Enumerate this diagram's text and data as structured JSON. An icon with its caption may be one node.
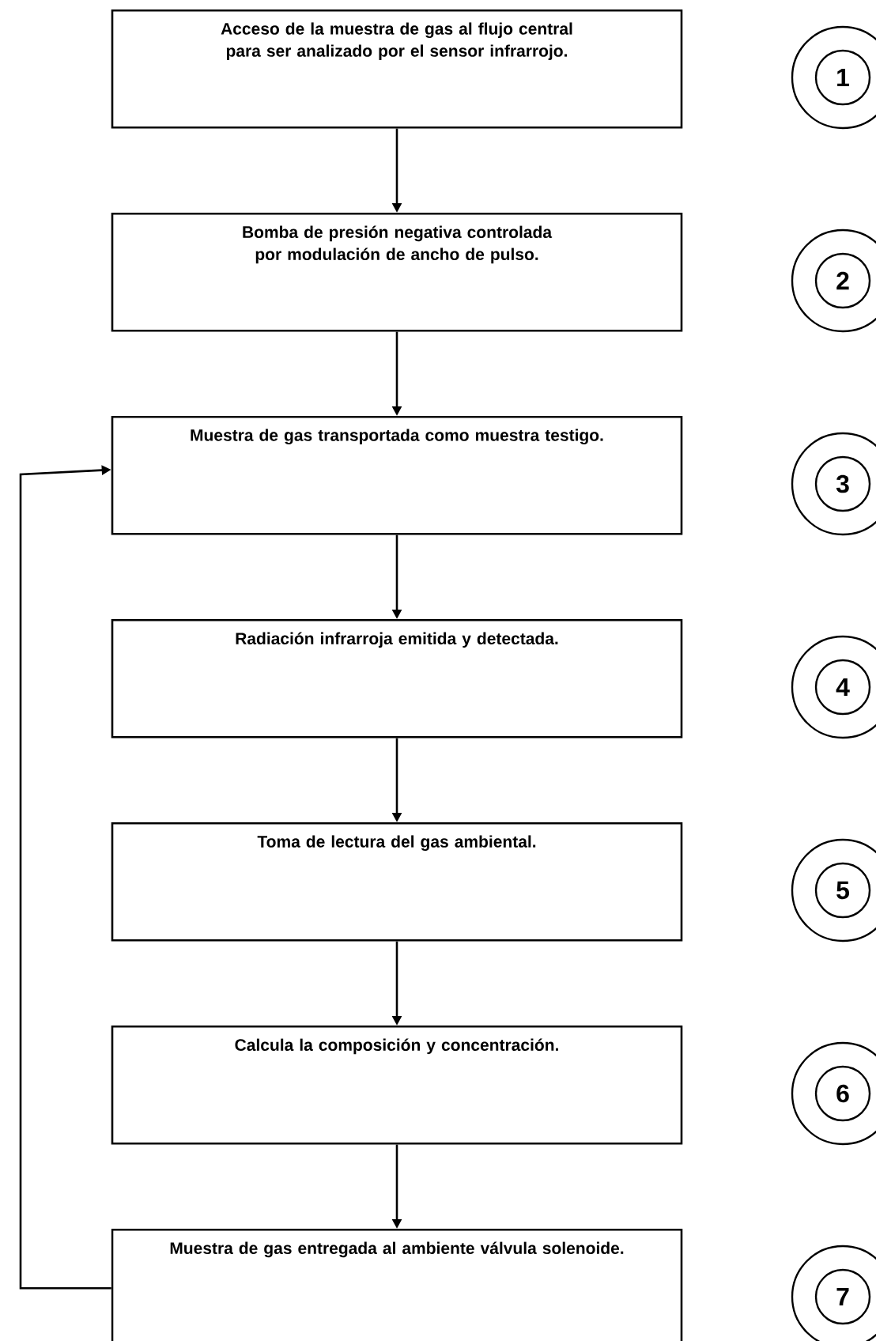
{
  "diagram": {
    "nodes": [
      {
        "text": [
          "Acceso de la muestra de gas al flujo central para ser analizado por el sensor infrarrojo."
        ]
      },
      {
        "text": [
          "Bomba de presión negativa controlada por modulación de ancho de pulso."
        ]
      },
      {
        "text": [
          "Muestra de gas transportada como muestra testigo."
        ]
      },
      {
        "text": [
          "Radiación infrarroja emitida y detectada."
        ]
      },
      {
        "text": [
          "Toma de lectura del gas ambiental."
        ]
      },
      {
        "text": [
          "Calcula la composición y concentración."
        ]
      },
      {
        "text": [
          "Muestra de gas entregada al ambiente válvula solenoide."
        ]
      },
      {
        "text": [
          "1"
        ]
      },
      {
        "text": [
          "2"
        ]
      },
      {
        "text": [
          "3"
        ]
      },
      {
        "text": [
          "4"
        ]
      },
      {
        "text": [
          "5"
        ]
      },
      {
        "text": [
          "6"
        ]
      },
      {
        "text": [
          "7"
        ]
      }
    ],
    "edges": [
      {
        "from": 0,
        "to": 1,
        "arrow": "to"
      },
      {
        "from": 1,
        "to": 2,
        "arrow": "to"
      },
      {
        "from": 2,
        "to": 3,
        "arrow": "to"
      },
      {
        "from": 3,
        "to": 4,
        "arrow": "to"
      },
      {
        "from": 4,
        "to": 5,
        "arrow": "to"
      },
      {
        "from": 5,
        "to": 6,
        "arrow": "to"
      },
      {
        "from": 6,
        "to": 2,
        "arrow": "to"
      }
    ]
  }
}
